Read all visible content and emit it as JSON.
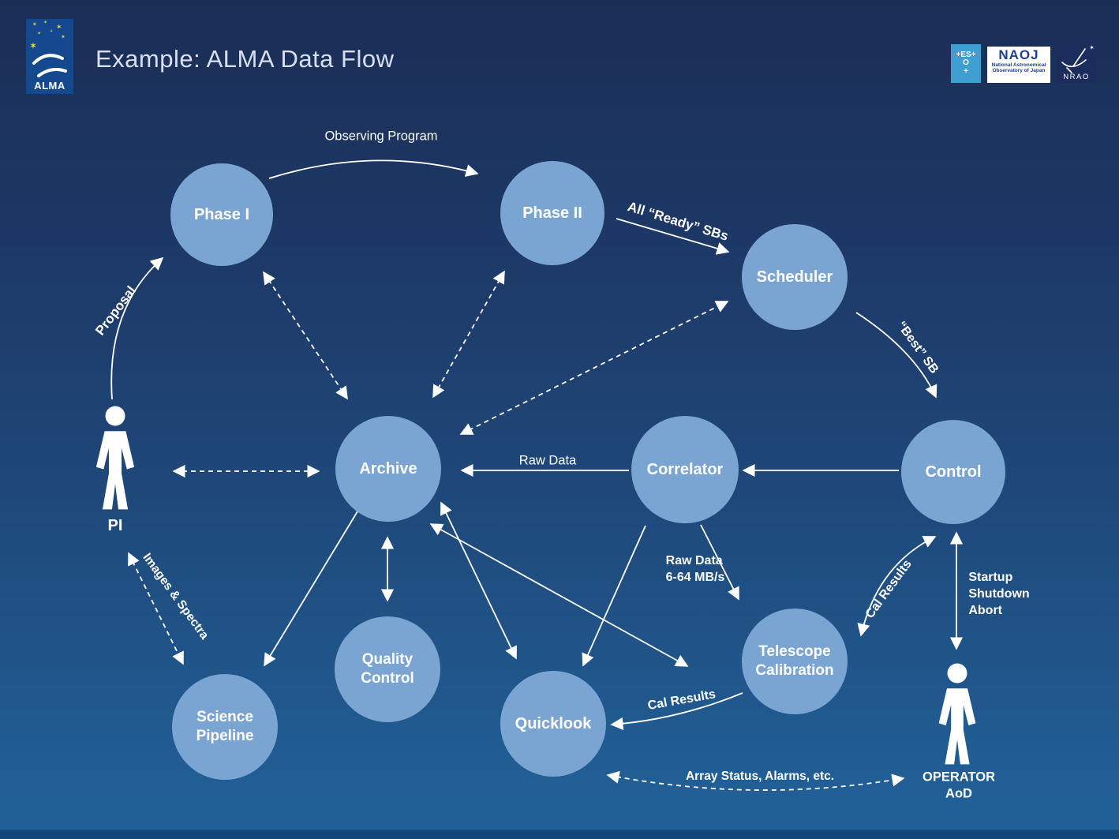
{
  "header": {
    "title": "Example: ALMA Data Flow",
    "alma_logo_text": "ALMA",
    "logos": {
      "eso": "+ES+\nO\n+",
      "naoj": "NAOJ",
      "naoj_sub": "National Astronomical\nObservatory of Japan",
      "nrao": "NRAO",
      "nrao_star": "✶"
    }
  },
  "nodes": {
    "phase1": "Phase I",
    "phase2": "Phase II",
    "scheduler": "Scheduler",
    "archive": "Archive",
    "correlator": "Correlator",
    "control": "Control",
    "quality_control": "Quality\nControl",
    "science_pipeline": "Science\nPipeline",
    "quicklook": "Quicklook",
    "telescope_calibration": "Telescope\nCalibration"
  },
  "actors": {
    "pi": "PI",
    "operator": "OPERATOR\nAoD"
  },
  "edge_labels": {
    "observing_program": "Observing Program",
    "proposal": "Proposal",
    "all_ready_sbs": "All “Ready” SBs",
    "best_sb": "“Best” SB",
    "raw_data": "Raw Data",
    "raw_data_rate": "Raw Data\n6-64 MB/s",
    "cal_results_to_quicklook": "Cal Results",
    "cal_results_to_control": "Cal Results",
    "startup_shutdown_abort": "Startup\nShutdown\nAbort",
    "images_spectra": "Images & Spectra",
    "array_status": "Array Status, Alarms, etc."
  },
  "colors": {
    "background_top": "#1a2e55",
    "background_bottom": "#216097",
    "node_fill": "#7aa5d3",
    "arrow_and_text": "#ffffff",
    "title_text": "#d9dff1",
    "alma_logo_blue": "#15498f",
    "eso_logo_blue": "#3f9fd0",
    "naoj_text_blue": "#1d3f8f",
    "nrao_logo_navy": "#1c2c5c",
    "star_yellow": "#f2d84b"
  }
}
